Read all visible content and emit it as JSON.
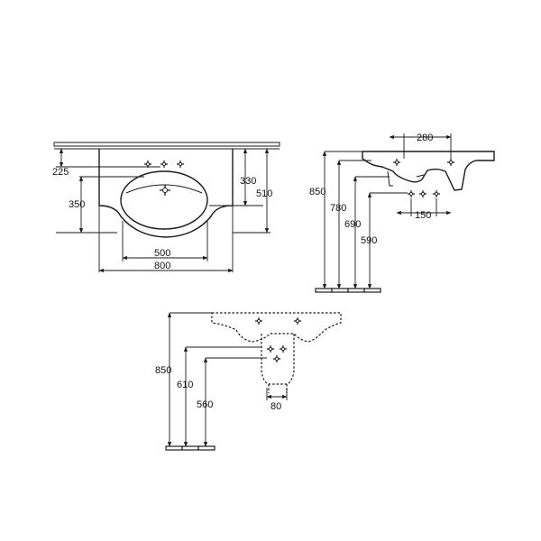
{
  "top_view": {
    "dims": {
      "d225": "225",
      "d350": "350",
      "d330": "330",
      "d510": "510",
      "d500": "500",
      "d800": "800"
    }
  },
  "side_view": {
    "dims": {
      "d280": "280",
      "d850": "850",
      "d780": "780",
      "d690": "690",
      "d590": "590",
      "d150": "150"
    }
  },
  "bottom_view": {
    "dims": {
      "d850": "850",
      "d610": "610",
      "d560": "560",
      "d80": "80"
    }
  }
}
